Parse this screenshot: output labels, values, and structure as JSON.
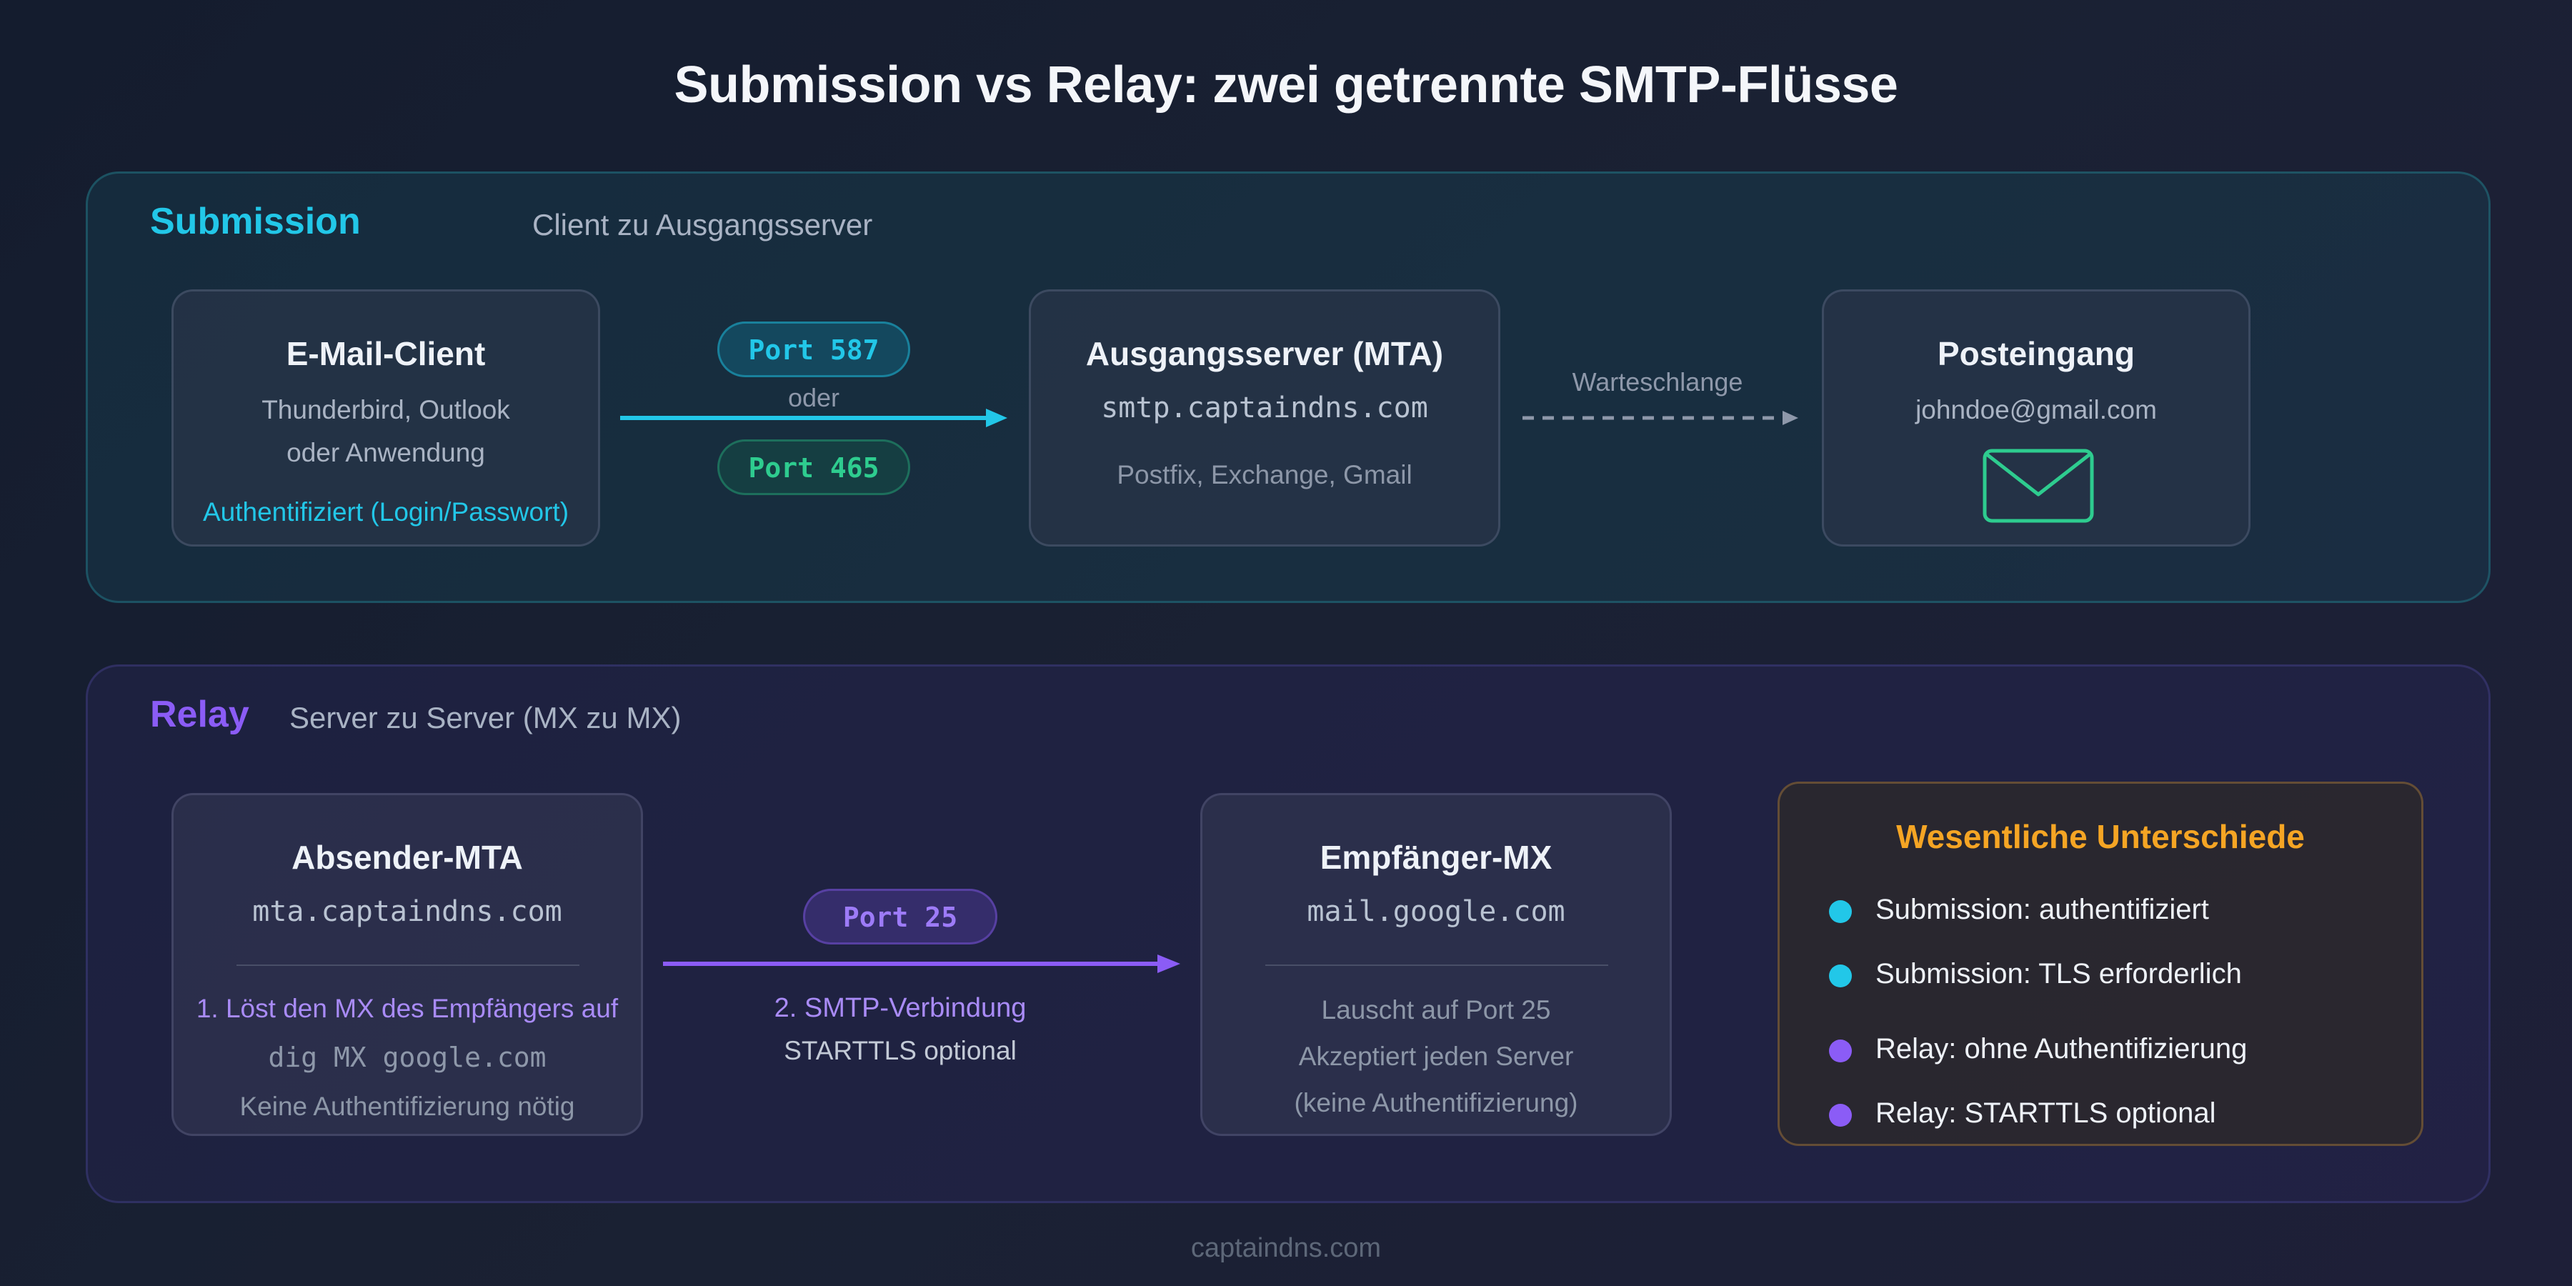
{
  "title": "Submission vs Relay: zwei getrennte SMTP-Flüsse",
  "colors": {
    "submission_accent": "#22c7e8",
    "relay_accent": "#8b5cf6",
    "port465_green": "#2ecc8f",
    "highlights_orange": "#f5a524"
  },
  "submission": {
    "label": "Submission",
    "subtitle": "Client zu Ausgangsserver",
    "client": {
      "title": "E-Mail-Client",
      "line1": "Thunderbird, Outlook",
      "line2": "oder Anwendung",
      "auth": "Authentifiziert (Login/Passwort)"
    },
    "port587": "Port 587",
    "or": "oder",
    "port465": "Port 465",
    "mta": {
      "title": "Ausgangsserver (MTA)",
      "host": "smtp.captaindns.com",
      "software": "Postfix, Exchange, Gmail"
    },
    "queue_label": "Warteschlange",
    "inbox": {
      "title": "Posteingang",
      "address": "johndoe@gmail.com",
      "icon": "envelope-icon"
    }
  },
  "relay": {
    "label": "Relay",
    "subtitle": "Server zu Server (MX zu MX)",
    "sender": {
      "title": "Absender-MTA",
      "host": "mta.captaindns.com",
      "step": "1. Löst den MX des Empfängers auf",
      "command": "dig MX google.com",
      "note": "Keine Authentifizierung nötig"
    },
    "port25": "Port 25",
    "step2": "2. SMTP-Verbindung",
    "starttls": "STARTTLS optional",
    "receiver": {
      "title": "Empfänger-MX",
      "host": "mail.google.com",
      "line1": "Lauscht auf Port 25",
      "line2": "Akzeptiert jeden Server",
      "line3": "(keine Authentifizierung)"
    },
    "differences": {
      "title": "Wesentliche Unterschiede",
      "items": [
        "Submission: authentifiziert",
        "Submission: TLS erforderlich",
        "Relay: ohne Authentifizierung",
        "Relay: STARTTLS optional"
      ]
    }
  },
  "footer": "captaindns.com"
}
